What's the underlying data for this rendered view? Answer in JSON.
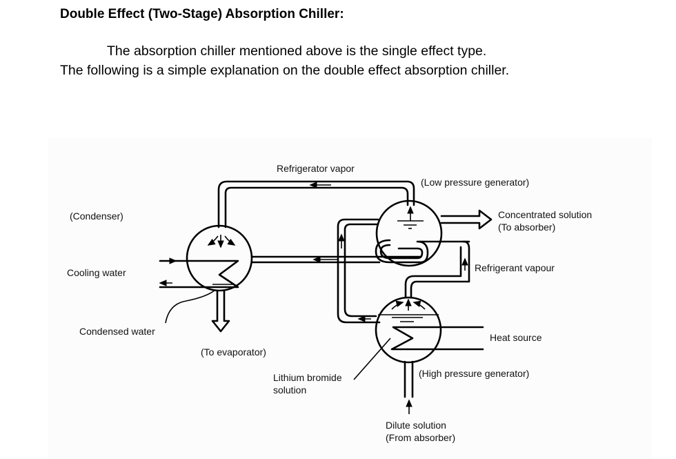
{
  "heading": "Double Effect (Two-Stage) Absorption Chiller:",
  "intro": {
    "line1": "The absorption chiller mentioned above is the single effect type.",
    "line2": "The following is a simple explanation on the double effect absorption chiller."
  },
  "diagram": {
    "labels": {
      "refrigerator_vapor": "Refrigerator vapor",
      "low_pressure_generator": "(Low pressure generator)",
      "condenser": "(Condenser)",
      "concentrated_solution": "Concentrated solution",
      "to_absorber": "(To absorber)",
      "cooling_water": "Cooling water",
      "refrigerant_vapour": "Refrigerant vapour",
      "condensed_water": "Condensed water",
      "heat_source": "Heat source",
      "to_evaporator": "(To evaporator)",
      "lithium_bromide_1": "Lithium bromide",
      "lithium_bromide_2": "solution",
      "high_pressure_generator": "(High pressure generator)",
      "dilute_solution": "Dilute solution",
      "from_absorber": "(From absorber)"
    }
  }
}
